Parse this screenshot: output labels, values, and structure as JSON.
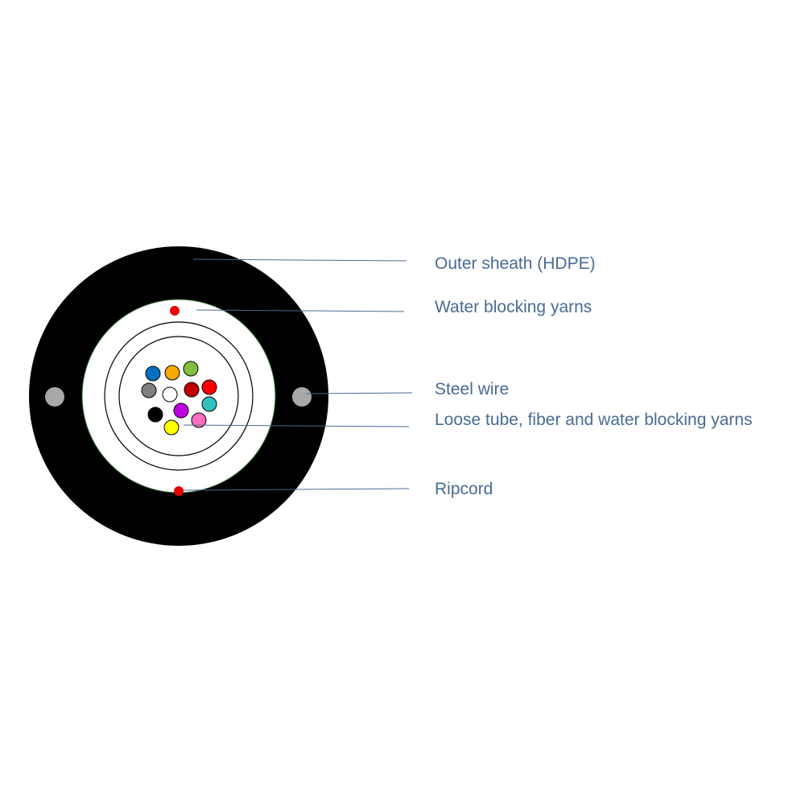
{
  "labels": {
    "outer_sheath": "Outer sheath (HDPE)",
    "water_blocking_yarns": "Water blocking yarns",
    "steel_wire": "Steel wire",
    "loose_tube": "Loose tube, fiber and water blocking yarns",
    "ripcord": "Ripcord"
  },
  "colors": {
    "sheath": "#000000",
    "steel_wire": "#a9a9a9",
    "ripcord": "#e60000",
    "leader_line": "#4a6a94",
    "label_text": "#4a6a94"
  },
  "fibers": [
    {
      "color": "#0070c0"
    },
    {
      "color": "#f5a800"
    },
    {
      "color": "#80c040"
    },
    {
      "color": "#808080"
    },
    {
      "color": "#ffffff"
    },
    {
      "color": "#c00000"
    },
    {
      "color": "#ff0000"
    },
    {
      "color": "#30c0c0"
    },
    {
      "color": "#000000"
    },
    {
      "color": "#c000e0"
    },
    {
      "color": "#ff70c0"
    },
    {
      "color": "#ffff00"
    }
  ]
}
